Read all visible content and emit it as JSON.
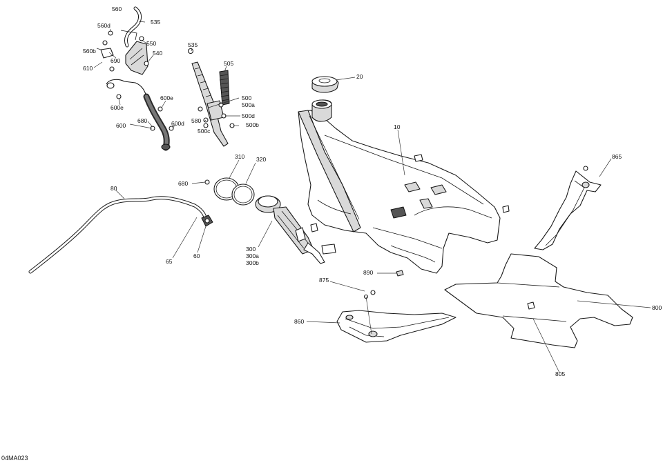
{
  "drawing_code": "04MA023",
  "callouts": {
    "c560": "560",
    "c535a": "535",
    "c560d": "560d",
    "c550": "550",
    "c560b": "560b",
    "c540": "540",
    "c610": "610",
    "c690": "690",
    "c535b": "535",
    "c505": "505",
    "c600e1": "600e",
    "c600e2": "600e",
    "c500": "500",
    "c500a": "500a",
    "c500d": "500d",
    "c680a": "680",
    "c580": "580",
    "c600d": "600d",
    "c500c": "500c",
    "c500b": "500b",
    "c600": "600",
    "c20": "20",
    "c10": "10",
    "c310": "310",
    "c320": "320",
    "c865": "865",
    "c680b": "680",
    "c80": "80",
    "c300": "300",
    "c300a": "300a",
    "c300b": "300b",
    "c65": "65",
    "c60": "60",
    "c890": "890",
    "c875": "875",
    "c800": "800",
    "c860": "860",
    "c805": "805"
  }
}
